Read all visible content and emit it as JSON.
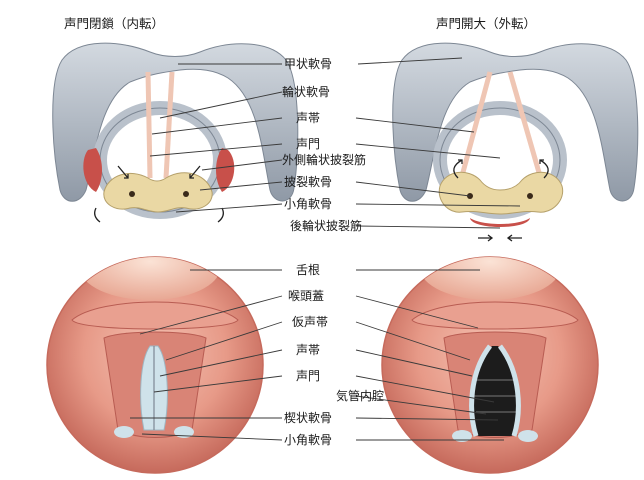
{
  "titles": {
    "left": "声門閉鎖（内転）",
    "right": "声門開大（外転）"
  },
  "top_labels": [
    "甲状軟骨",
    "輪状軟骨",
    "声帯",
    "声門",
    "外側輪状披裂筋",
    "披裂軟骨",
    "小角軟骨",
    "後輪状披裂筋"
  ],
  "bottom_labels": [
    "舌根",
    "喉頭蓋",
    "仮声帯",
    "声帯",
    "声門",
    "気管内腔",
    "楔状軟骨",
    "小角軟骨"
  ],
  "colors": {
    "cartilage": "#b9c1cb",
    "cartilage_shade": "#8f99a6",
    "arytenoid": "#ead8a4",
    "muscle": "#c8504a",
    "ligament": "#efc6b4",
    "mucosa": "#e79a88",
    "mucosa_dark": "#b85c52",
    "cord": "#cfe2ea"
  }
}
